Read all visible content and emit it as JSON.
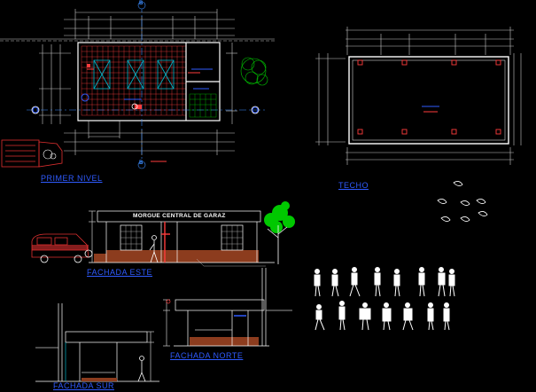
{
  "drawing": {
    "labels": {
      "primer_nivel": "PRIMER NIVEL",
      "techo": "TECHO",
      "fachada_este": "FACHADA ESTE",
      "fachada_norte": "FACHADA NORTE",
      "fachada_sur": "FACHADA SUR"
    },
    "sign_text": "MORGUE CENTRAL DE GARAZ",
    "section_marks": [
      "B",
      "B"
    ],
    "colors": {
      "background": "#000000",
      "dimension": "#c8c8c8",
      "wall": "#ffffff",
      "hatch": "#ff3c3c",
      "label": "#2f5bff",
      "window": "#00b4c8",
      "tree": "#00c800",
      "section": "#3c8cff",
      "brick": "#8c3c1e",
      "ambulance": "#e03030"
    }
  }
}
